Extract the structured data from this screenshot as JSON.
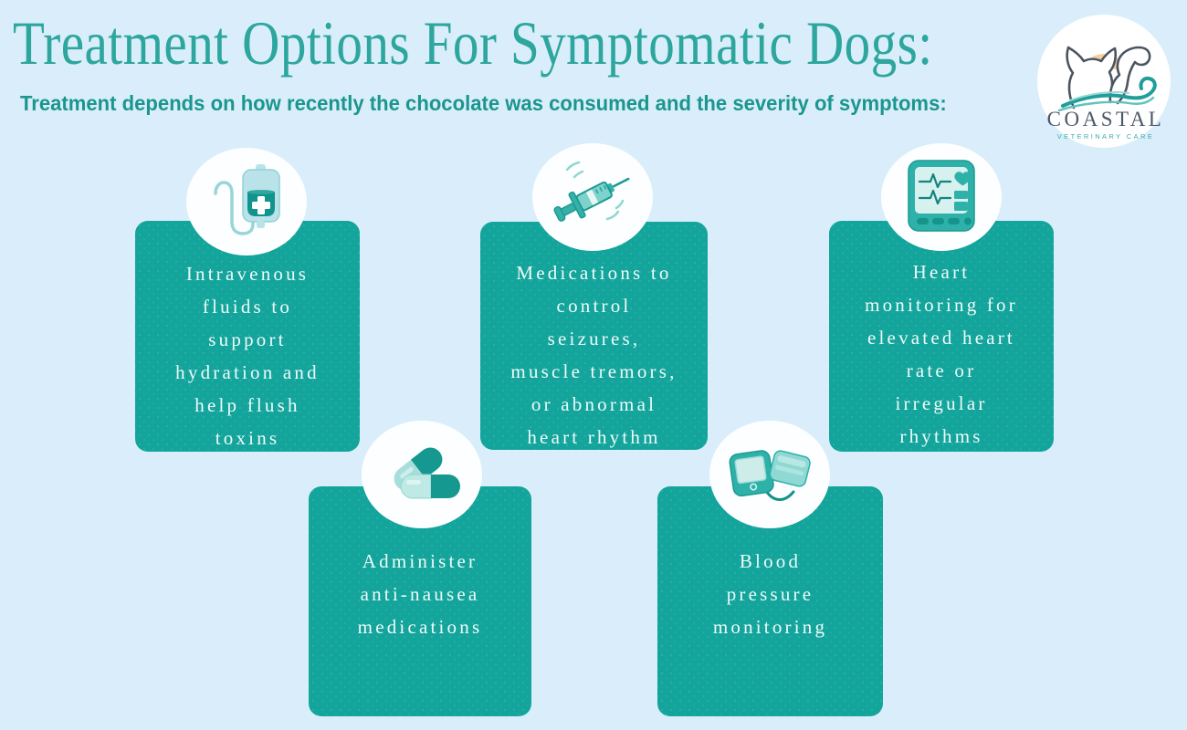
{
  "header": {
    "title": "Treatment Options For Symptomatic Dogs:",
    "subtitle": "Treatment depends on how recently the chocolate was consumed and the severity of symptoms:"
  },
  "logo": {
    "name": "COASTAL",
    "tagline": "VETERINARY CARE"
  },
  "colors": {
    "background": "#d9eefa",
    "card_teal": "#13a49b",
    "title_teal": "#2da69e",
    "subtitle_teal": "#1b968e",
    "card_text": "#effbfa",
    "logo_name_color": "#4d5866",
    "logo_tagline_color": "#3cada9",
    "logo_sun": "#f5cf9e"
  },
  "cards": [
    {
      "name": "iv-fluids-card",
      "icon": "iv-drip-bag-icon",
      "lines": [
        "Intravenous",
        "fluids to",
        "support",
        "hydration and",
        "help flush",
        "toxins"
      ]
    },
    {
      "name": "seizure-medications-card",
      "icon": "syringe-icon",
      "lines": [
        "Medications to",
        "control",
        "seizures,",
        "muscle tremors,",
        "or abnormal",
        "heart rhythm"
      ]
    },
    {
      "name": "heart-monitoring-card",
      "icon": "heart-monitor-icon",
      "lines": [
        "Heart",
        "monitoring for",
        "elevated heart",
        "rate or",
        "irregular",
        "rhythms"
      ]
    },
    {
      "name": "anti-nausea-card",
      "icon": "pills-icon",
      "lines": [
        "Administer",
        "anti-nausea",
        "medications"
      ]
    },
    {
      "name": "blood-pressure-card",
      "icon": "blood-pressure-monitor-icon",
      "lines": [
        "Blood",
        "pressure",
        "monitoring"
      ]
    }
  ]
}
